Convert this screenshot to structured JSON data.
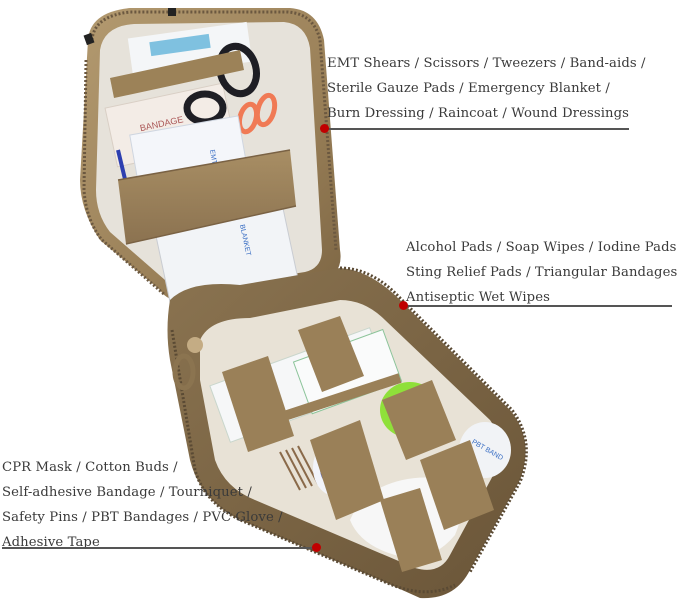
{
  "image": {
    "subject": "Tactical first aid pouch (tan/coyote MOLLE) opened to show contents",
    "colors": {
      "pouch": "#a08660",
      "pouch_dark": "#6f5a3c",
      "strap": "#9c8258",
      "callout_dot": "#c00000",
      "callout_rule": "#555555",
      "text": "#3a3a3a",
      "scissors_orange": "#f07a55",
      "shears_black": "#1e1e24",
      "sponge_green": "#8fe03a",
      "tourniquet_blue": "#3a4fd0"
    }
  },
  "callouts": [
    {
      "id": "top-right",
      "lines": [
        "EMT Shears / Scissors / Tweezers / Band-aids /",
        "Sterile Gauze Pads / Emergency Blanket /",
        "Burn Dressing / Raincoat / Wound Dressings"
      ]
    },
    {
      "id": "middle-right",
      "lines": [
        "Alcohol Pads / Soap Wipes / Iodine Pads /",
        "Sting Relief Pads / Triangular Bandages /",
        "Antiseptic Wet Wipes"
      ]
    },
    {
      "id": "bottom-left",
      "lines": [
        "CPR Mask / Cotton Buds /",
        "Self-adhesive Bandage / Tourniquet /",
        "Safety Pins / PBT Bandages / PVC Glove /",
        "Adhesive Tape"
      ]
    }
  ]
}
